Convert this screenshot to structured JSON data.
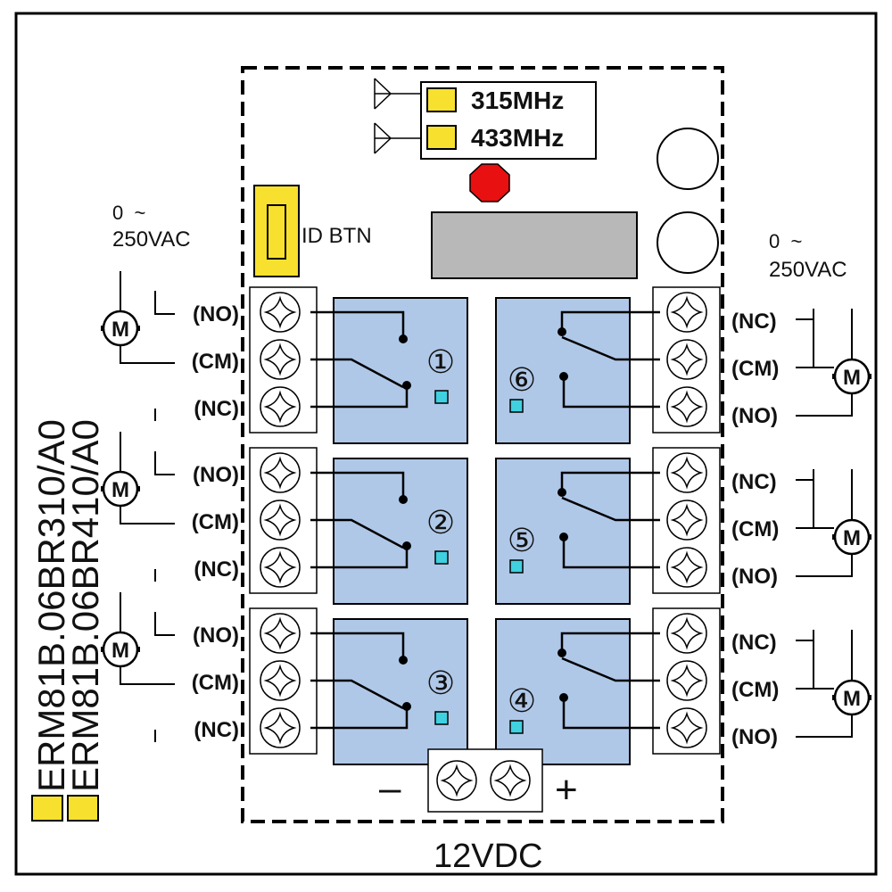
{
  "frequencies": [
    "315MHz",
    "433MHz"
  ],
  "id_btn_label": "ID BTN",
  "voltage_left": {
    "line1": "0  ~",
    "line2": "250VAC"
  },
  "voltage_right": {
    "line1": "0  ~",
    "line2": "250VAC"
  },
  "models": [
    "ERM81B.06BR310/A0",
    "ERM81B.06BR410/A0"
  ],
  "power": {
    "minus": "–",
    "plus": "+",
    "label": "12VDC"
  },
  "motor_symbol": "M",
  "relays": [
    {
      "number": "①",
      "terminals": [
        "(NO)",
        "(CM)",
        "(NC)"
      ]
    },
    {
      "number": "②",
      "terminals": [
        "(NO)",
        "(CM)",
        "(NC)"
      ]
    },
    {
      "number": "③",
      "terminals": [
        "(NO)",
        "(CM)",
        "(NC)"
      ]
    },
    {
      "number": "④",
      "terminals": [
        "(NC)",
        "(CM)",
        "(NO)"
      ]
    },
    {
      "number": "⑤",
      "terminals": [
        "(NC)",
        "(CM)",
        "(NO)"
      ]
    },
    {
      "number": "⑥",
      "terminals": [
        "(NC)",
        "(CM)",
        "(NO)"
      ]
    }
  ],
  "colors": {
    "relay_fill": "#b0c8e8",
    "indicator": "#40d0e0",
    "freq_box": "#f7e12e",
    "jumper": "#f7e12e",
    "led": "#e81010",
    "display": "#b8b8b8"
  }
}
